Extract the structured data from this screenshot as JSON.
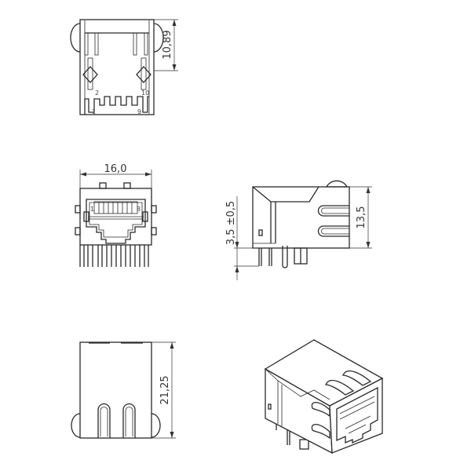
{
  "dimensions": {
    "top_height": "10,89",
    "front_width": "16,0",
    "side_pin_length": "3,5 ±0,5",
    "side_height": "13,5",
    "bottom_length": "21,25"
  },
  "pin_labels": {
    "top_view": [
      "2",
      "10",
      "1",
      "9"
    ],
    "front_view": [
      "1",
      "8"
    ]
  },
  "line_color": "#2a2a2a"
}
